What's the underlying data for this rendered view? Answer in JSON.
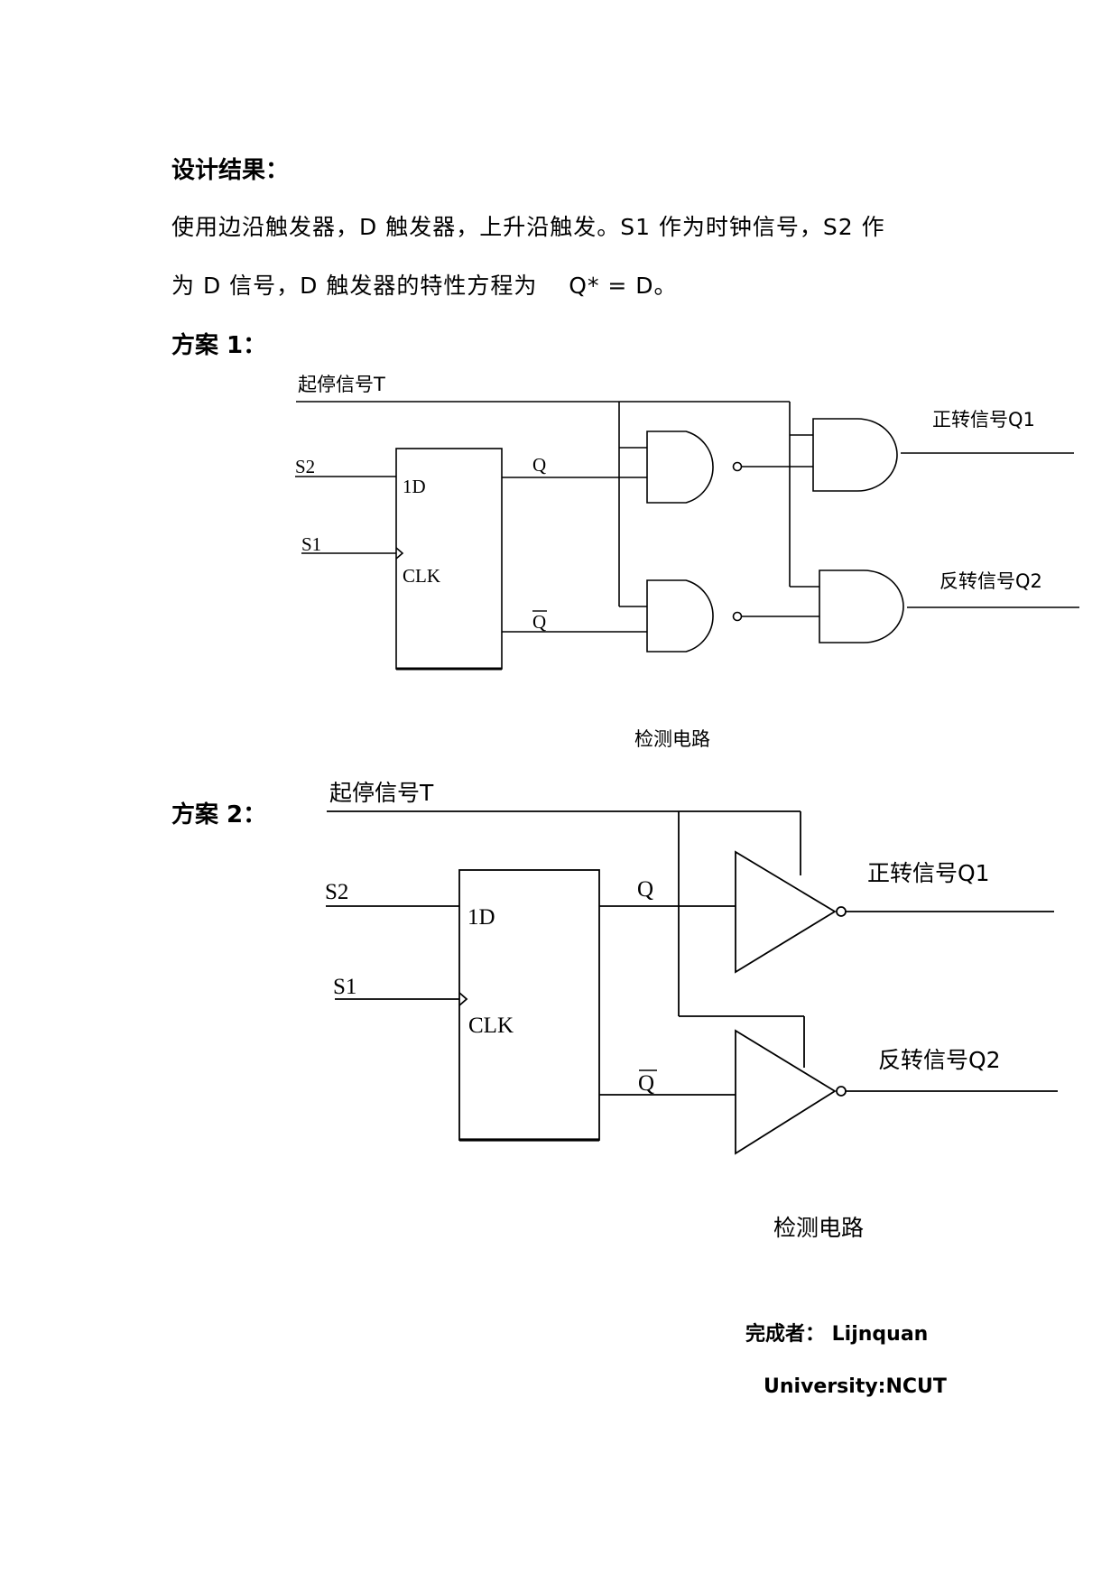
{
  "heading": "设计结果：",
  "para_line1": "使用边沿触发器，D 触发器，上升沿触发。S1 作为时钟信号，S2 作",
  "para_line2": "为 D 信号，D 触发器的特性方程为　 Q* = D。",
  "scheme1": {
    "title": "方案 1：",
    "labels": {
      "start_stop": "起停信号T",
      "s2": "S2",
      "s1": "S1",
      "d_input": "1D",
      "clk": "CLK",
      "q": "Q",
      "qbar": "Q",
      "forward": "正转信号Q1",
      "reverse": "反转信号Q2"
    },
    "caption": "检测电路"
  },
  "scheme2": {
    "title": "方案 2：",
    "labels": {
      "start_stop": "起停信号T",
      "s2": "S2",
      "s1": "S1",
      "d_input": "1D",
      "clk": "CLK",
      "q": "Q",
      "qbar": "Q",
      "forward": "正转信号Q1",
      "reverse": "反转信号Q2"
    },
    "caption": "检测电路"
  },
  "author": "完成者：  Lijnquan",
  "university": "University:NCUT"
}
